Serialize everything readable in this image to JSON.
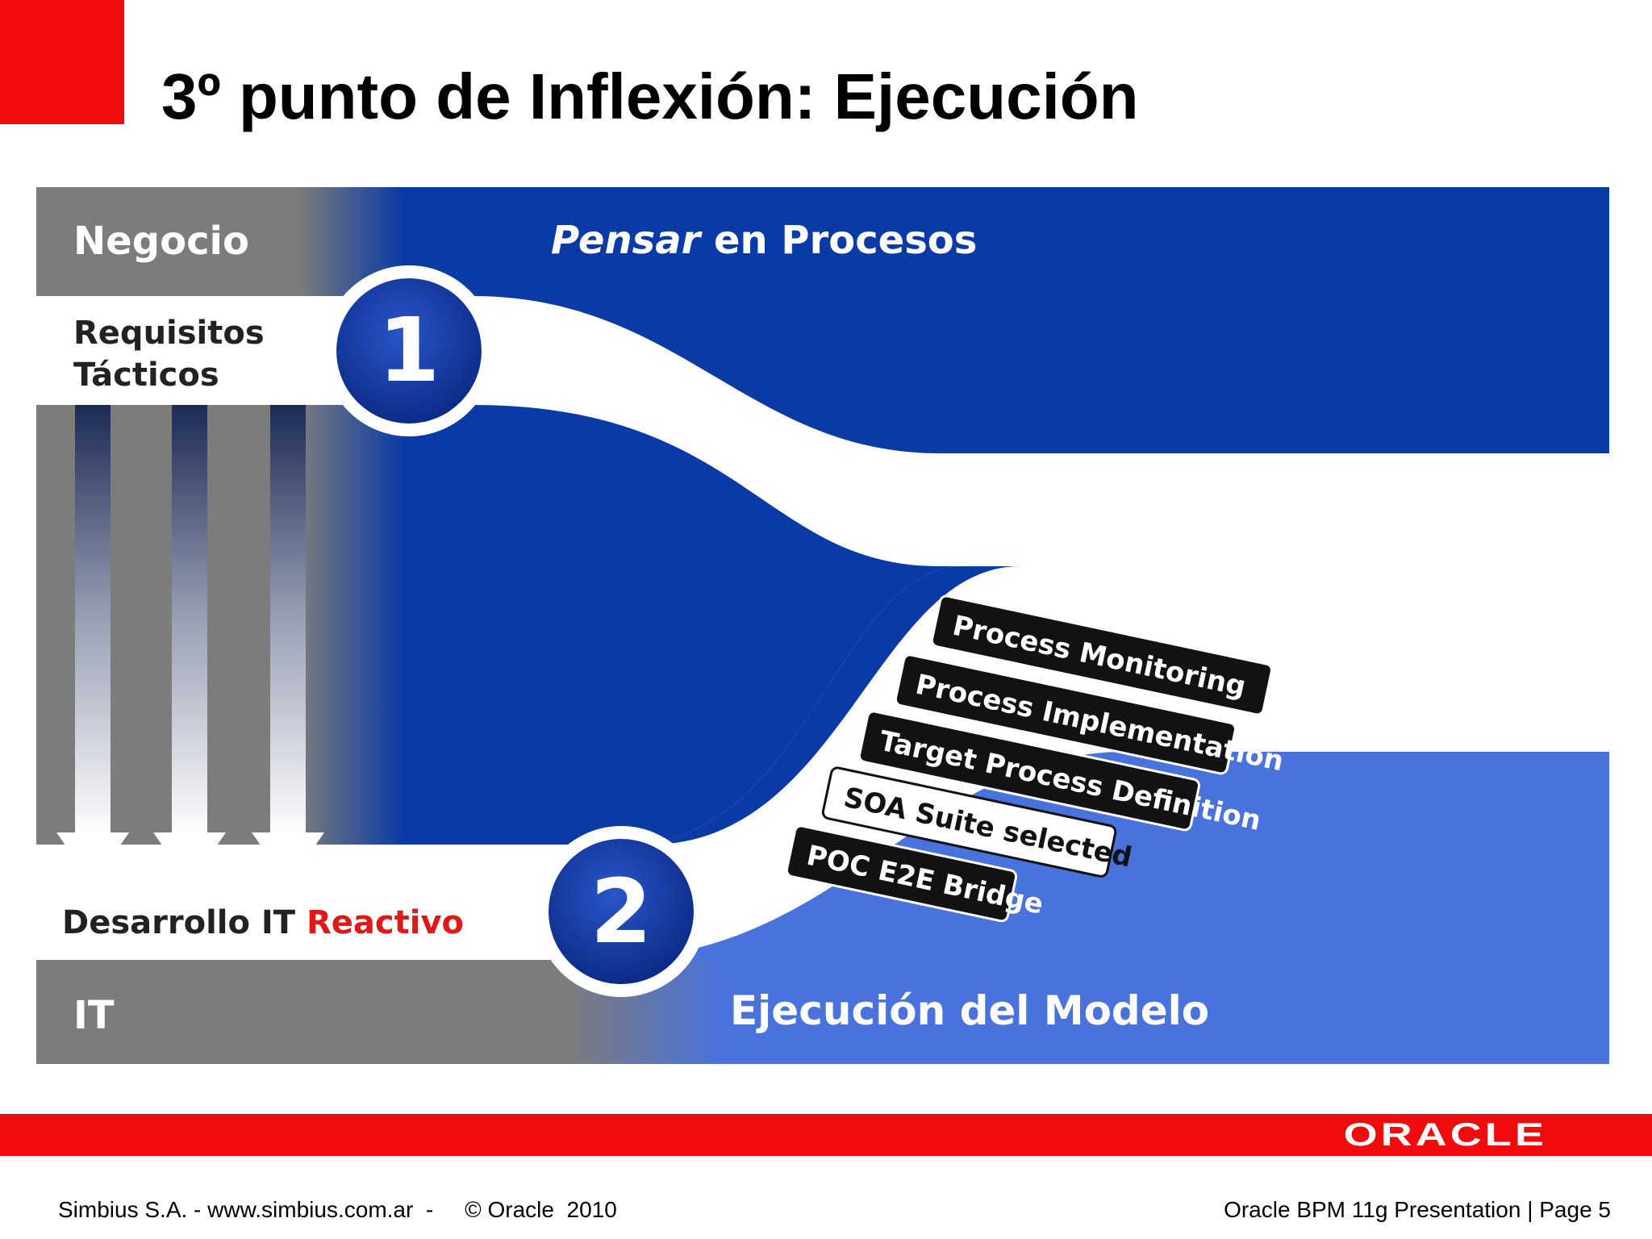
{
  "slide": {
    "title": "3º punto de Inflexión: Ejecución"
  },
  "diagram": {
    "negocio_label": "Negocio",
    "pensar_emphasis": "Pensar",
    "pensar_rest": " en Procesos",
    "requisitos_line1": "Requisitos",
    "requisitos_line2": "Tácticos",
    "step1_number": "1",
    "step2_number": "2",
    "desarrollo_text": "Desarrollo IT ",
    "reactivo_text": "Reactivo",
    "it_label": "IT",
    "ejecucion_label": "Ejecución del Modelo",
    "stair_items": [
      "Process Monitoring",
      "Process Implementation",
      "Target Process Definition",
      "SOA Suite selected",
      "POC E2E Bridge"
    ]
  },
  "colors": {
    "brand_red": "#f00c0c",
    "dark_blue": "#0a3aa6",
    "light_blue": "#4a72dd",
    "gray": "#7c7c7c",
    "reactivo_red": "#e01818"
  },
  "footer": {
    "left": "Simbius S.A. - www.simbius.com.ar  -     © Oracle  2010",
    "right": "Oracle BPM 11g Presentation | Page 5",
    "logo": "ORACLE"
  }
}
